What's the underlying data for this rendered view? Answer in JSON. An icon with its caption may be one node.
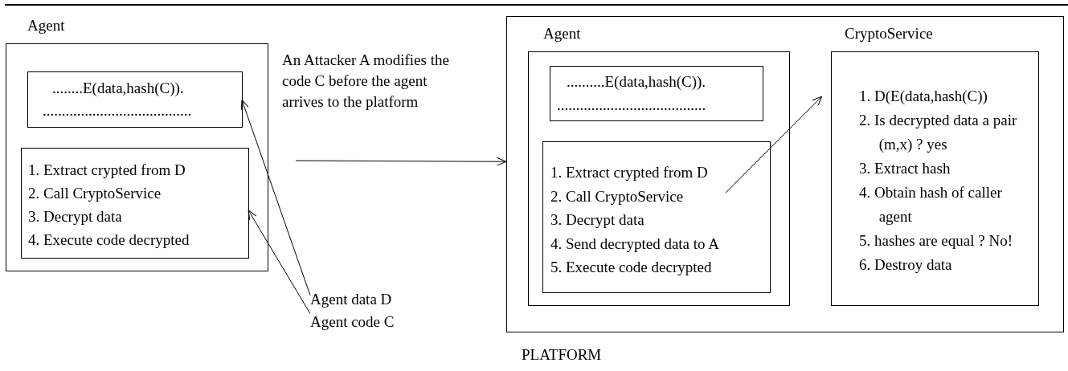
{
  "diagram": {
    "nodes": [
      {
        "text": [
          "Agent"
        ]
      },
      {
        "text": [
          "........E(data,hash(C)).",
          "......................................."
        ],
        "in": 0
      },
      {
        "text": [
          "1. Extract crypted from D",
          "2. Call CryptoService",
          "3. Decrypt data",
          "4. Execute code decrypted"
        ],
        "in": 0
      },
      {
        "text": [
          "Agent data D"
        ]
      },
      {
        "text": [
          "Agent code C"
        ]
      },
      {
        "text": [
          "PLATFORM"
        ]
      },
      {
        "text": [
          "Agent"
        ],
        "in": 5
      },
      {
        "text": [
          "..........E(data,hash(C)).",
          "......................................."
        ],
        "in": 6
      },
      {
        "text": [
          "1. Extract crypted from D",
          "2. Call CryptoService",
          "3. Decrypt data",
          "4. Send decrypted data to A",
          "5. Execute code decrypted"
        ],
        "in": 6
      },
      {
        "text": [
          "CryptoService",
          "1. D(E(data,hash(C))",
          "2. Is decrypted data a pair (m,x) ? yes",
          "3. Extract hash",
          "4. Obtain hash of caller agent",
          "5. hashes are equal ? No!",
          "6. Destroy data"
        ],
        "in": 5
      }
    ],
    "edges": [
      {
        "from": 3,
        "to": 1,
        "arrow": "to"
      },
      {
        "from": 4,
        "to": 2,
        "arrow": "to"
      },
      {
        "from": null,
        "to": 5,
        "arrow": "to",
        "label": "An Attacker A modifies the code C before the agent arrives to the platform"
      },
      {
        "from": 8,
        "to": 9,
        "arrow": "to"
      }
    ]
  }
}
